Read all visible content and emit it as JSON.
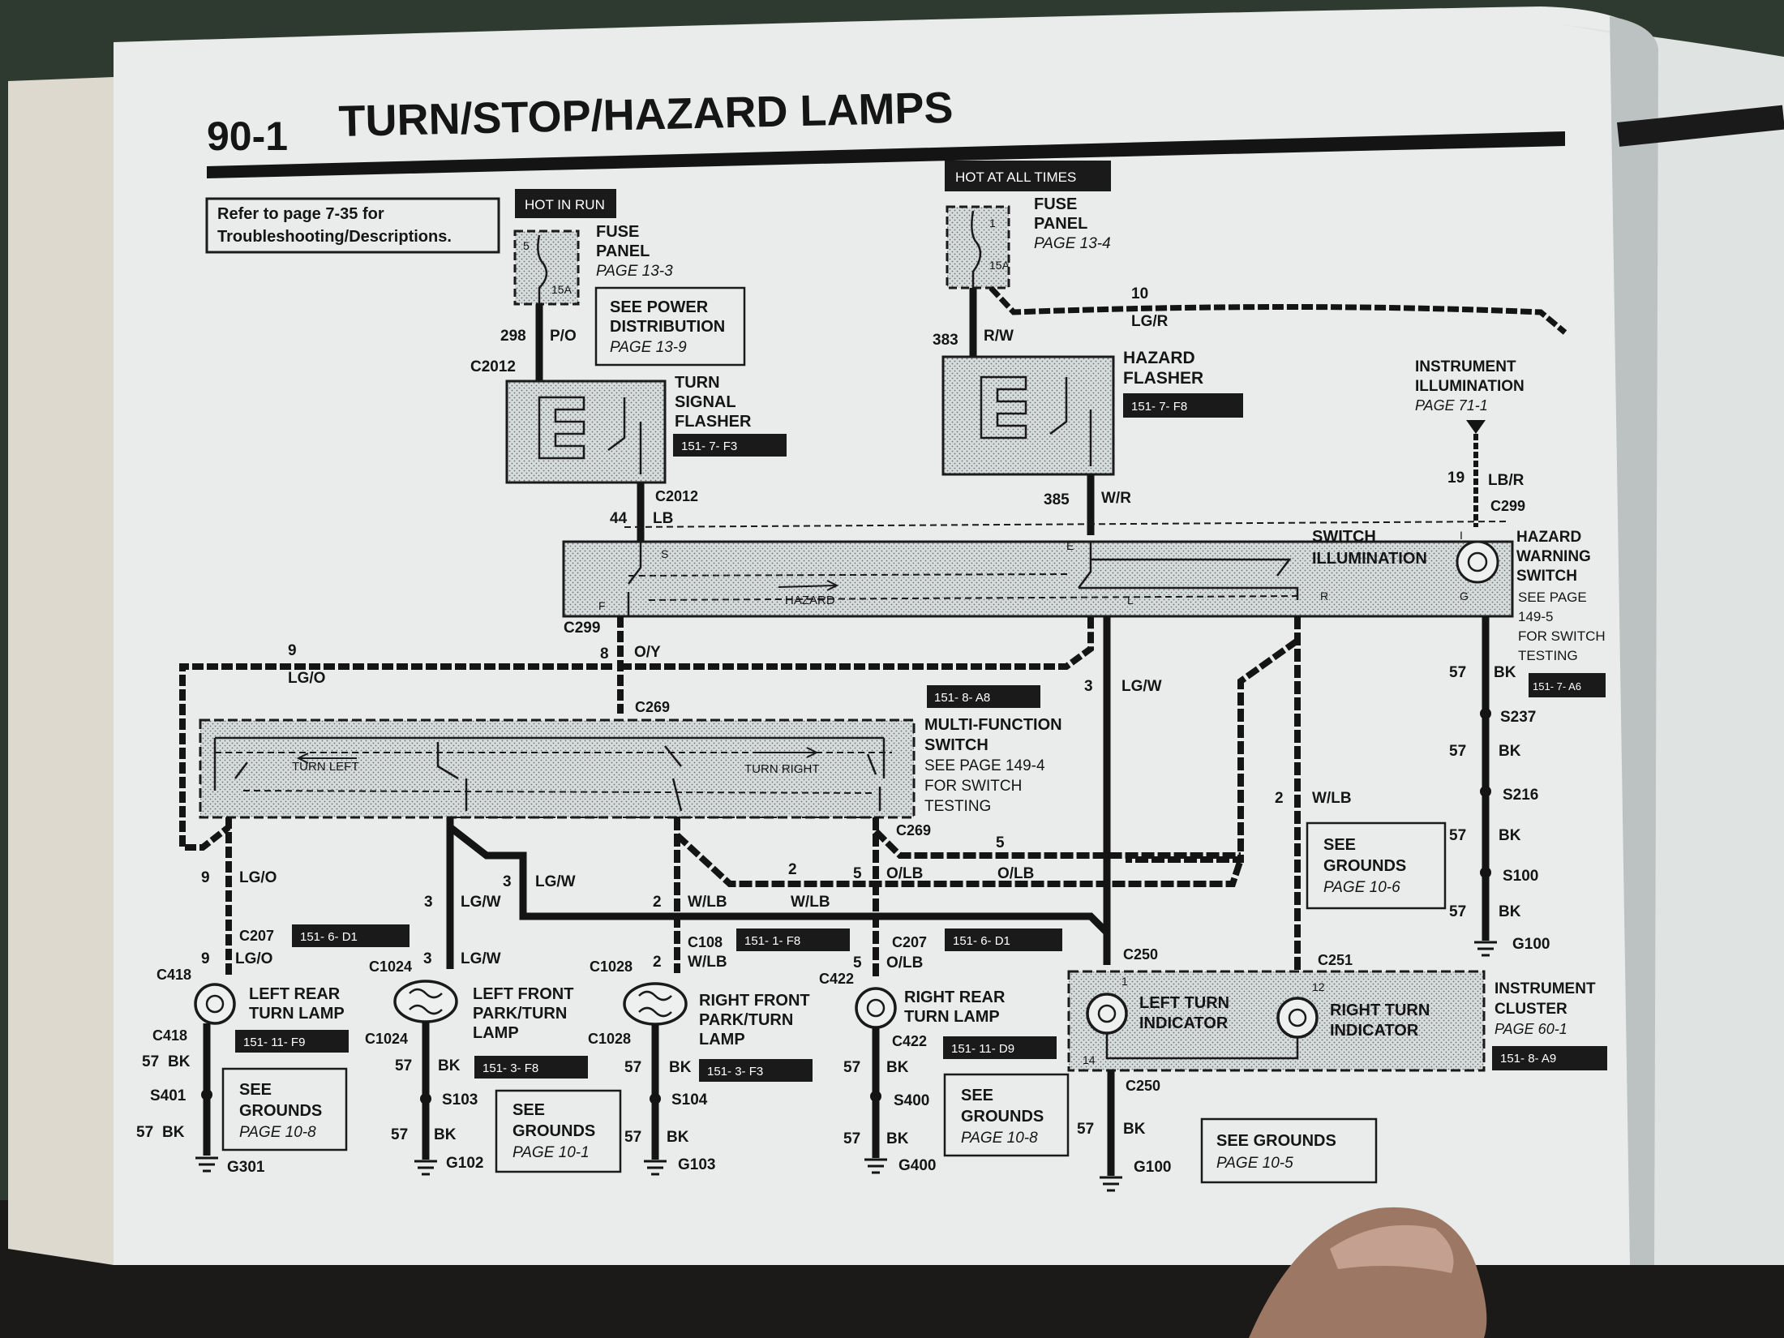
{
  "header": {
    "section": "90-1",
    "title": "TURN/STOP/HAZARD LAMPS"
  },
  "refer_note": {
    "line1": "Refer to page 7-35 for",
    "line2": "Troubleshooting/Descriptions."
  },
  "hot_in_run": {
    "label": "HOT IN RUN",
    "fuse_no": "5",
    "fuse_amp": "15A",
    "fuse_panel": {
      "l1": "FUSE",
      "l2": "PANEL",
      "page": "PAGE 13-3"
    },
    "power_note": {
      "l1": "SEE POWER",
      "l2": "DISTRIBUTION",
      "page": "PAGE 13-9"
    },
    "circuit": "298",
    "color": "P/O"
  },
  "hot_at_all_times": {
    "label": "HOT AT ALL TIMES",
    "fuse_no": "1",
    "fuse_amp": "15A",
    "fuse_panel": {
      "l1": "FUSE",
      "l2": "PANEL",
      "page": "PAGE 13-4"
    },
    "circuit": "383",
    "color": "R/W",
    "branch_circuit": "10",
    "branch_color": "LG/R"
  },
  "turn_flasher": {
    "connector": "C2012",
    "l1": "TURN",
    "l2": "SIGNAL",
    "l3": "FLASHER",
    "ref": "151-  7-    F3",
    "out_connector": "C2012",
    "out_circuit": "44",
    "out_color": "LB"
  },
  "hazard_flasher": {
    "l1": "HAZARD",
    "l2": "FLASHER",
    "ref": "151-  7-    F8",
    "out_circuit": "385",
    "out_color": "W/R"
  },
  "instrument_illumination": {
    "l1": "INSTRUMENT",
    "l2": "ILLUMINATION",
    "page": "PAGE 71-1",
    "circuit": "19",
    "color": "LB/R",
    "connector": "C299"
  },
  "hazard_switch": {
    "l1": "HAZARD",
    "l2": "WARNING",
    "l3": "SWITCH",
    "note1": "SEE PAGE",
    "note2": "149-5",
    "note3": "FOR SWITCH",
    "note4": "TESTING",
    "ref": "151-  7-   A6",
    "illum_l1": "SWITCH",
    "illum_l2": "ILLUMINATION",
    "hazard_label": "HAZARD",
    "terminals": {
      "s": "S",
      "f": "F",
      "e": "E",
      "l": "L",
      "r": "R",
      "i": "I",
      "g": "G"
    },
    "connector": "C299"
  },
  "wires": {
    "w9": {
      "n": "9",
      "c": "LG/O"
    },
    "w8": {
      "n": "8",
      "c": "O/Y"
    },
    "w3": {
      "n": "3",
      "c": "LG/W"
    },
    "w2": {
      "n": "2",
      "c": "W/LB"
    },
    "w5": {
      "n": "5",
      "c": "O/LB"
    },
    "w57": {
      "n": "57",
      "c": "BK"
    }
  },
  "mfs": {
    "connector": "C269",
    "l1": "MULTI-FUNCTION",
    "l2": "SWITCH",
    "page": "SEE PAGE 149-4",
    "l4": "FOR SWITCH",
    "l5": "TESTING",
    "ref": "151-  8-    A8",
    "turn_left": "TURN LEFT",
    "turn_right": "TURN RIGHT",
    "bottom_connector": "C269"
  },
  "ground_chain": {
    "s237": "S237",
    "s216": "S216",
    "s100": "S100",
    "g100": "G100"
  },
  "see_grounds_mid": {
    "l1": "SEE",
    "l2": "GROUNDS",
    "page": "PAGE 10-6"
  },
  "mid_connectors": {
    "c207": "C207",
    "ref207": "151-  6-    D1",
    "c108": "C108",
    "ref108": "151-  1-    F8",
    "c207b": "C207",
    "ref207b": "151-  6-    D1"
  },
  "lamps": [
    {
      "id": "lr",
      "top_conn": "C418",
      "l1": "LEFT REAR",
      "l2": "TURN LAMP",
      "bot_conn": "C418",
      "ref": "151-  11-   F9",
      "splice": "S401",
      "ground": "G301"
    },
    {
      "id": "lf",
      "top_conn": "C1024",
      "l1": "LEFT FRONT",
      "l2": "PARK/TURN",
      "l3": "LAMP",
      "bot_conn": "C1024",
      "ref": "151-  3-    F8",
      "splice": "S103",
      "ground": "G102"
    },
    {
      "id": "rf",
      "top_conn": "C1028",
      "l1": "RIGHT FRONT",
      "l2": "PARK/TURN",
      "l3": "LAMP",
      "bot_conn": "C1028",
      "ref": "151-  3-    F3",
      "splice": "S104",
      "ground": "G103"
    },
    {
      "id": "rr",
      "top_conn": "C422",
      "l1": "RIGHT REAR",
      "l2": "TURN LAMP",
      "bot_conn": "C422",
      "ref": "151-  11-   D9",
      "splice": "S400",
      "ground": "G400"
    }
  ],
  "lamp_grounds_notes": [
    {
      "l1": "SEE",
      "l2": "GROUNDS",
      "page": "PAGE 10-8"
    },
    {
      "l1": "SEE",
      "l2": "GROUNDS",
      "page": "PAGE 10-1"
    },
    {
      "l1": "SEE",
      "l2": "GROUNDS",
      "page": "PAGE 10-8"
    }
  ],
  "cluster": {
    "c250": "C250",
    "c251": "C251",
    "pin1": "1",
    "pin12": "12",
    "pin14": "14",
    "left": {
      "l1": "LEFT TURN",
      "l2": "INDICATOR"
    },
    "right": {
      "l1": "RIGHT TURN",
      "l2": "INDICATOR"
    },
    "l1": "INSTRUMENT",
    "l2": "CLUSTER",
    "page": "PAGE 60-1",
    "ref": "151-  8-    A9",
    "bot_conn": "C250",
    "ground": "G100",
    "grounds_note": "SEE GROUNDS",
    "grounds_page": "PAGE 10-5"
  }
}
